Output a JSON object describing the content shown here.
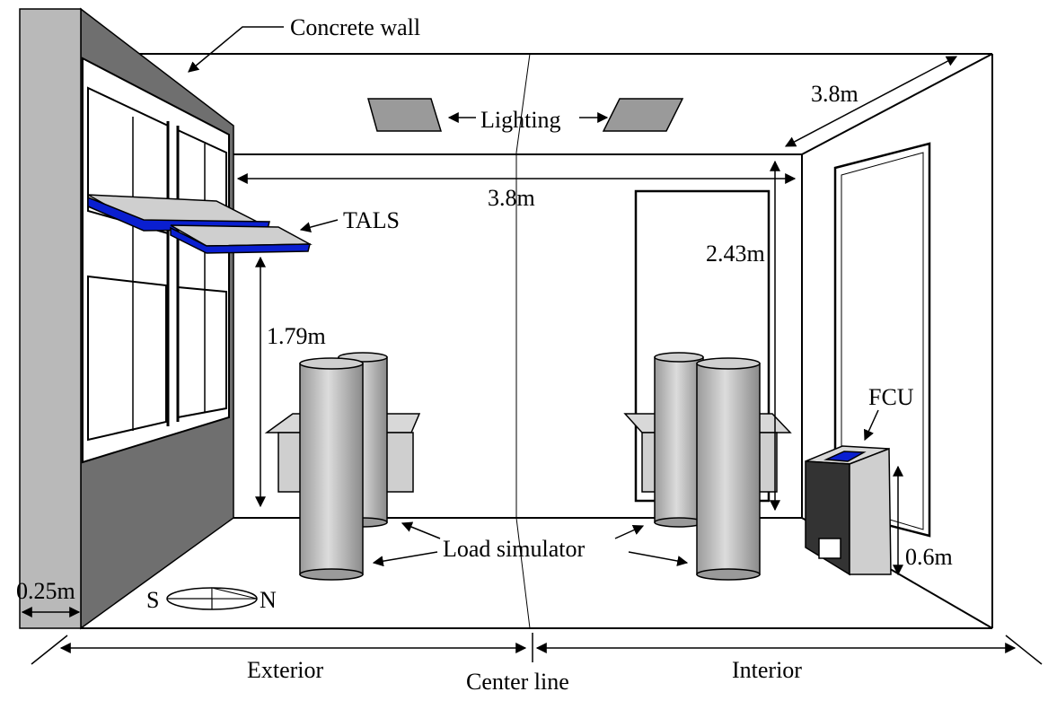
{
  "labels": {
    "concrete_wall": "Concrete wall",
    "lighting": "Lighting",
    "tals": "TALS",
    "fcu": "FCU",
    "load_simulator": "Load simulator",
    "exterior": "Exterior",
    "center_line": "Center line",
    "interior": "Interior",
    "compass_south": "S",
    "compass_north": "N"
  },
  "dimensions": {
    "depth": "3.8m",
    "width": "3.8m",
    "ceiling_height": "2.43m",
    "tals_height": "1.79m",
    "fcu_height": "0.6m",
    "wall_thickness": "0.25m"
  },
  "colors": {
    "wall_dark": "#6f6f6f",
    "wall_light": "#b9b9b9",
    "tals_blue": "#0a1fd0",
    "lighting_gray": "#9a9a9a",
    "cylinder_gray": "#a8a8a8"
  }
}
